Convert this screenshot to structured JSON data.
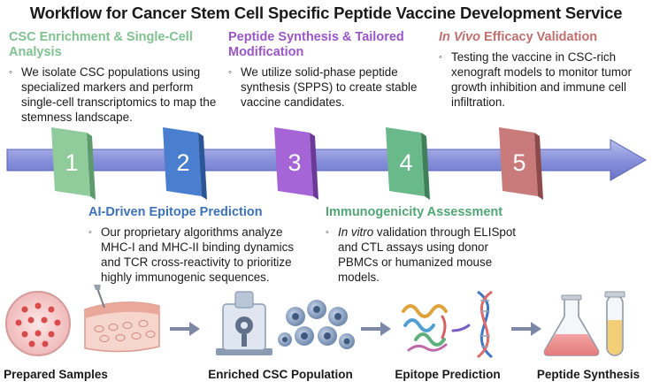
{
  "title": "Workflow for Cancer Stem Cell Specific Peptide Vaccine Development Service",
  "colors": {
    "step1": "#8fcb9b",
    "step2": "#4a7fd0",
    "step3": "#a565d6",
    "step4": "#69b98a",
    "step5": "#c97a7a",
    "arrow": "#8d96dc",
    "heading1": "#7fc28f",
    "heading2": "#3d72b8",
    "heading3": "#9a56c8",
    "heading4": "#52a676",
    "heading5": "#c06f6f"
  },
  "steps": [
    {
      "number": "1",
      "heading": "CSC Enrichment & Single-Cell Analysis",
      "text": "We isolate CSC populations using specialized markers and perform single-cell transcriptomics to map the stemness landscape."
    },
    {
      "number": "2",
      "heading": "AI-Driven Epitope Prediction",
      "text": "Our proprietary algorithms analyze MHC-I and MHC-II binding dynamics and TCR cross-reactivity to prioritize highly immunogenic sequences."
    },
    {
      "number": "3",
      "heading": "Peptide Synthesis & Tailored Modification",
      "text": "We utilize solid-phase peptide synthesis (SPPS) to create stable vaccine candidates."
    },
    {
      "number": "4",
      "heading": "Immunogenicity Assessment",
      "text_italic": "In vitro",
      "text": " validation through ELISpot and CTL assays using donor PBMCs or humanized mouse models."
    },
    {
      "number": "5",
      "heading_italic": "In Vivo",
      "heading": " Efficacy Validation",
      "text": "Testing the vaccine in CSC-rich xenograft models to monitor tumor growth inhibition and immune cell infiltration."
    }
  ],
  "bottom": {
    "labels": [
      "Prepared Samples",
      "Enriched CSC Population",
      "Epitope Prediction",
      "Peptide Synthesis"
    ]
  }
}
